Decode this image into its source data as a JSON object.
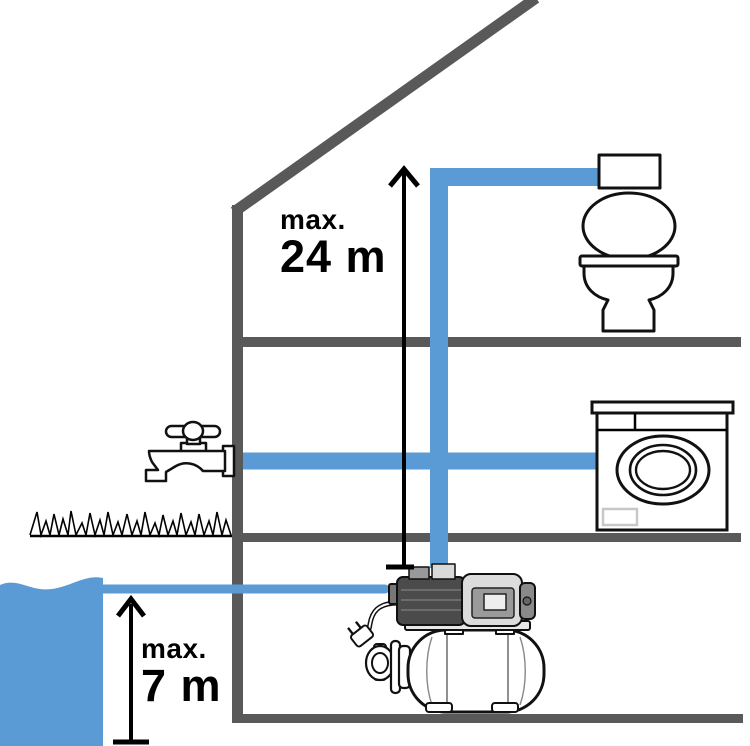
{
  "diagram": {
    "name": "domestic-waterworks-pump-installation",
    "labels": {
      "delivery_height": {
        "qualifier": "max.",
        "value": "24 m"
      },
      "suction_depth": {
        "qualifier": "max.",
        "value": "7 m"
      }
    }
  },
  "colors": {
    "pipe": "#5B9BD5",
    "water": "#5B9BD5",
    "structure": "#595959",
    "ink": "#000000"
  },
  "icons": {
    "house": "house-outline-icon",
    "toilet": "toilet-icon",
    "washing_machine": "washing-machine-icon",
    "tap": "outdoor-tap-icon",
    "grass": "grass-icon",
    "water_source": "water-source-basin",
    "pump": "pressure-tank-pump-icon",
    "delivery_arrow": "arrow-up-icon",
    "suction_arrow": "arrow-up-icon"
  }
}
